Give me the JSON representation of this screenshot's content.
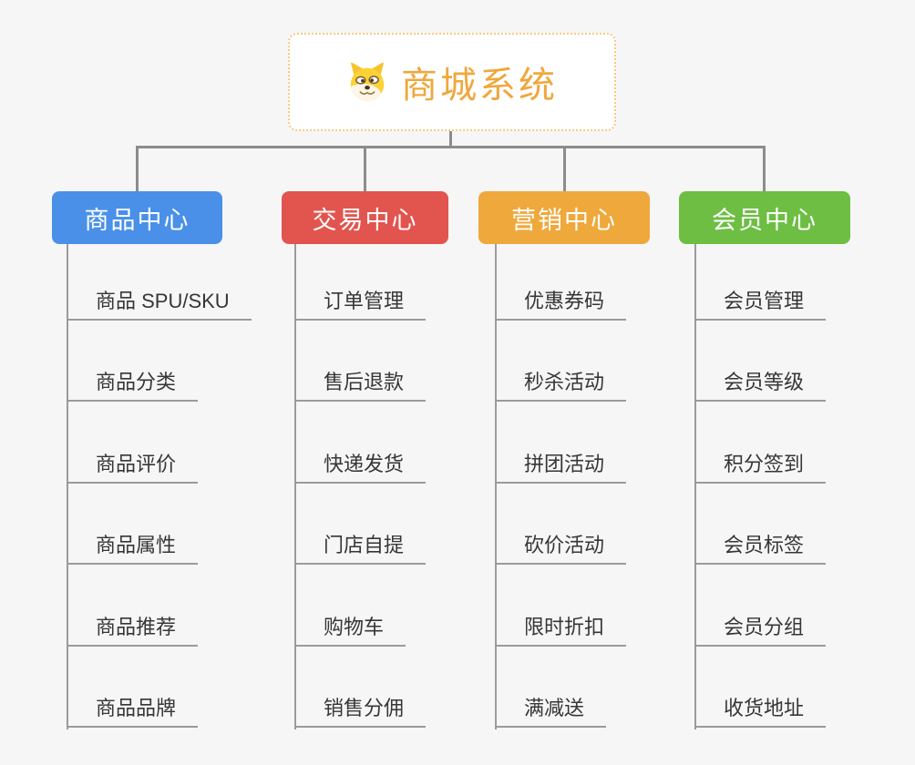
{
  "root": {
    "title": "商城系统",
    "icon": "doge-icon",
    "text_color": "#f0a73c",
    "border_color": "#f8c97e"
  },
  "colors": {
    "background": "#f6f6f6",
    "connector": "#8c8c8c",
    "underline": "#9b9b9b"
  },
  "branches": [
    {
      "id": "product-center",
      "label": "商品中心",
      "color": "#4a90e8",
      "items": [
        "商品 SPU/SKU",
        "商品分类",
        "商品评价",
        "商品属性",
        "商品推荐",
        "商品品牌"
      ]
    },
    {
      "id": "trade-center",
      "label": "交易中心",
      "color": "#e2554f",
      "items": [
        "订单管理",
        "售后退款",
        "快递发货",
        "门店自提",
        "购物车",
        "销售分佣"
      ]
    },
    {
      "id": "marketing-center",
      "label": "营销中心",
      "color": "#efa83b",
      "items": [
        "优惠券码",
        "秒杀活动",
        "拼团活动",
        "砍价活动",
        "限时折扣",
        "满减送"
      ]
    },
    {
      "id": "member-center",
      "label": "会员中心",
      "color": "#6ebe44",
      "items": [
        "会员管理",
        "会员等级",
        "积分签到",
        "会员标签",
        "会员分组",
        "收货地址"
      ]
    }
  ]
}
